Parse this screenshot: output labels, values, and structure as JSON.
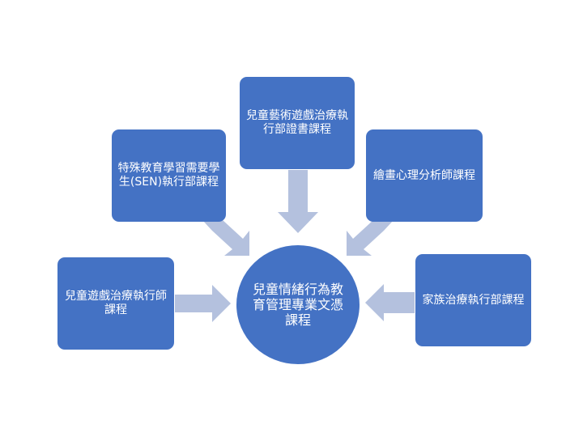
{
  "center": {
    "label": "兒童情緒行為教育管理專業文憑課程"
  },
  "nodes": {
    "top": {
      "label": "兒童藝術遊戲治療執行部證書課程"
    },
    "upper_left": {
      "label": "特殊教育學習需要學生(SEN)執行部課程"
    },
    "upper_right": {
      "label": "繪畫心理分析師課程"
    },
    "lower_left": {
      "label": "兒童遊戲治療執行師課程"
    },
    "lower_right": {
      "label": "家族治療執行部課程"
    }
  },
  "colors": {
    "box": "#4472C4",
    "arrow": "#B4C1DE"
  }
}
